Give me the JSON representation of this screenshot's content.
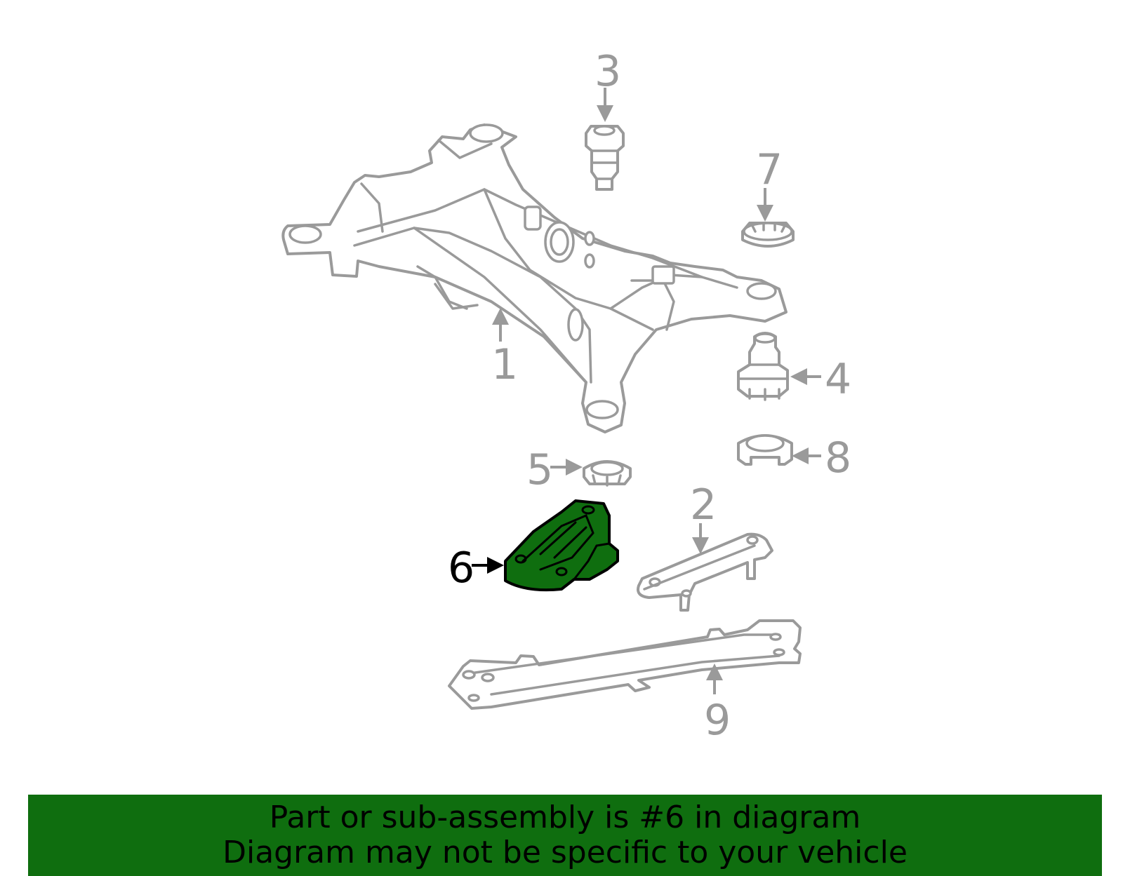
{
  "callouts": {
    "c1": "1",
    "c2": "2",
    "c3": "3",
    "c4": "4",
    "c5": "5",
    "c6": "6",
    "c7": "7",
    "c8": "8",
    "c9": "9"
  },
  "highlighted_part": "6",
  "colors": {
    "highlight": "#0f6e0f",
    "line_art": "#9a9a9a",
    "banner": "#0f6e0f"
  },
  "banner": {
    "line1": "Part or sub-assembly is #6 in diagram",
    "line2": "Diagram may not be specific to your vehicle"
  }
}
